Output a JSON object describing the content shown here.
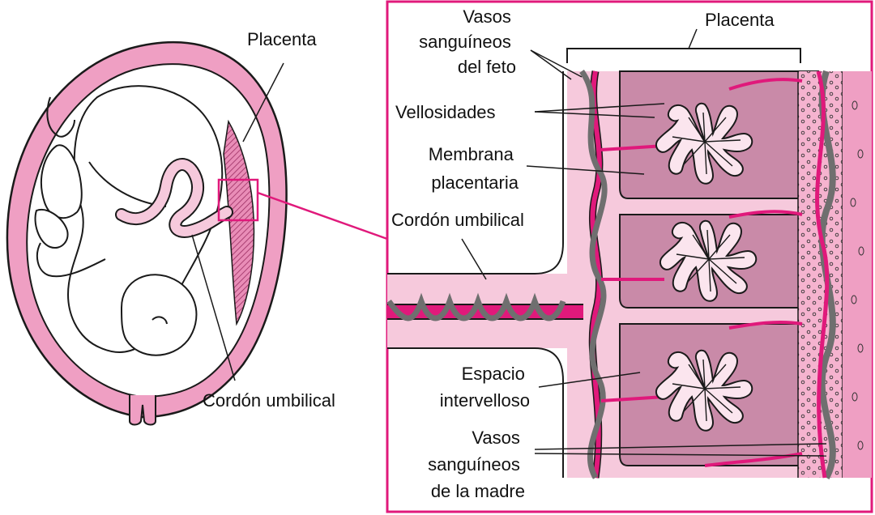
{
  "colors": {
    "magenta": "#e0197b",
    "pink_light": "#f6c9dc",
    "pink_mid": "#ef9fc3",
    "mauve": "#c98aa8",
    "mauve_dark": "#b06d8e",
    "gray_vessel": "#6f6f6f",
    "outline": "#1a1a1a"
  },
  "icons": {
    "fetus": "fetus-in-uterus-illustration",
    "villus": "chorionic-villus-tree"
  },
  "labels": {
    "placenta_left": "Placenta",
    "cordon_left": "Cordón umbilical",
    "placenta_right": "Placenta",
    "vasos_feto": [
      "Vasos",
      "sanguíneos",
      "del feto"
    ],
    "vellosidades": "Vellosidades",
    "membrana": [
      "Membrana",
      "placentaria"
    ],
    "cordon_right": "Cordón umbilical",
    "espacio": [
      "Espacio",
      "intervelloso"
    ],
    "vasos_madre": [
      "Vasos",
      "sanguíneos",
      "de la madre"
    ]
  }
}
